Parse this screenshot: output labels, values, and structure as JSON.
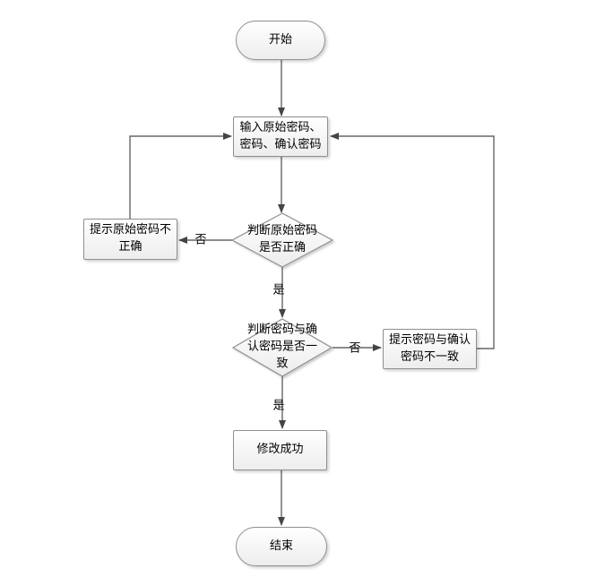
{
  "diagram": {
    "type": "flowchart",
    "subject": "change-password-process"
  },
  "style": {
    "background": "#ffffff",
    "node_border_color": "#8f8f8f",
    "node_fill_top": "#ffffff",
    "node_fill_bottom": "#ededed",
    "edge_color": "#666666",
    "arrow_color": "#444444",
    "text_color": "#000000"
  },
  "nodes": {
    "start": {
      "type": "terminator",
      "label": "开始"
    },
    "input": {
      "type": "process",
      "label": "输入原始密码、\n密码、确认密码"
    },
    "check_original": {
      "type": "decision",
      "label": "判断原始密码\n是否正确"
    },
    "prompt_original_wrong": {
      "type": "process",
      "label": "提示原始密码不\n正确"
    },
    "check_match": {
      "type": "decision",
      "label": "判断密码与确\n认密码是否一\n致"
    },
    "prompt_mismatch": {
      "type": "process",
      "label": "提示密码与确认\n密码不一致"
    },
    "success": {
      "type": "process",
      "label": "修改成功"
    },
    "end": {
      "type": "terminator",
      "label": "结束"
    }
  },
  "edge_labels": {
    "no1": "否",
    "yes1": "是",
    "no2": "否",
    "yes2": "是"
  }
}
